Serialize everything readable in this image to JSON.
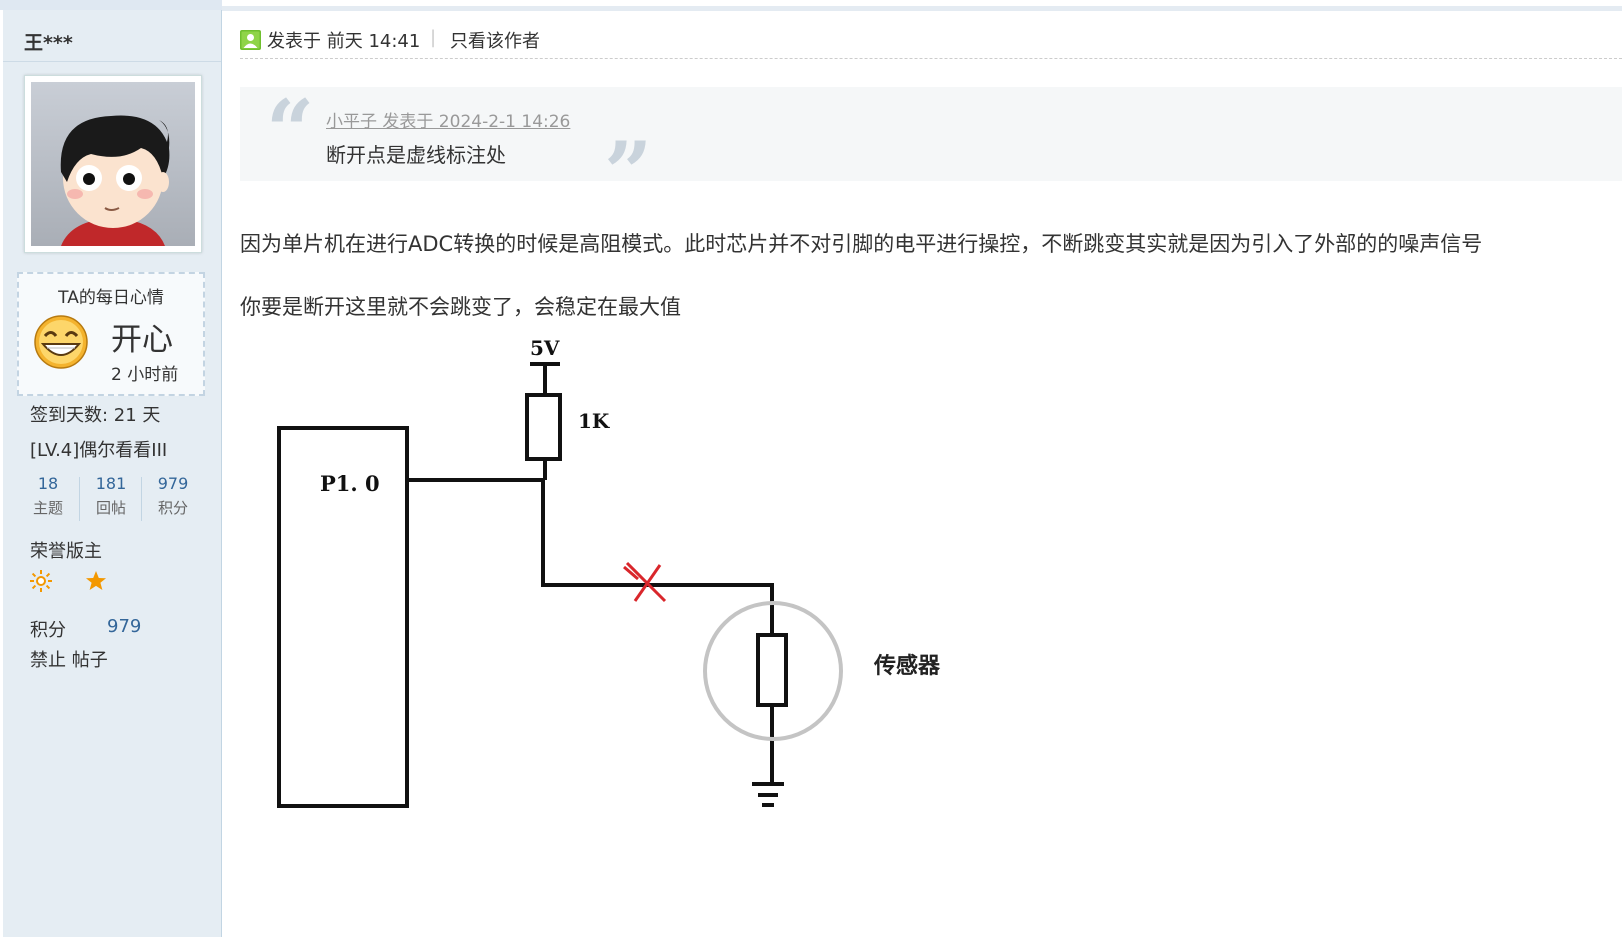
{
  "user": {
    "name": "王***"
  },
  "mood": {
    "title": "TA的每日心情",
    "value": "开心",
    "time": "2 小时前"
  },
  "profile": {
    "checkin": "签到天数: 21 天",
    "level": "[LV.4]偶尔看看III",
    "stats": [
      {
        "value": "18",
        "label": "主题"
      },
      {
        "value": "181",
        "label": "回帖"
      },
      {
        "value": "979",
        "label": "积分"
      }
    ],
    "group": "荣誉版主",
    "badges": [
      "sun-icon",
      "moon-icon",
      "star-icon"
    ],
    "score_label": "积分",
    "score_value": "979",
    "banned": "禁止 帖子"
  },
  "post": {
    "posted": "发表于 前天 14:41",
    "pipe": "|",
    "only_author": "只看该作者",
    "quote": {
      "author": "小平子 发表于 2024-2-1 14:26",
      "text": "断开点是虚线标注处",
      "open_mark": "“",
      "close_mark": "”"
    },
    "paragraphs": [
      "因为单片机在进行ADC转换的时候是高阻模式。此时芯片并不对引脚的电平进行操控，不断跳变其实就是因为引入了外部的的噪声信号",
      "你要是断开这里就不会跳变了，会稳定在最大值"
    ]
  },
  "circuit": {
    "supply": "5V",
    "resistor": "1K",
    "pin": "P1. 0",
    "sensor": "传感器"
  },
  "colors": {
    "sidebar_bg": "#e5edf3",
    "link_blue": "#336699",
    "badge_orange": "#f39800",
    "break_red": "#d9262b"
  }
}
